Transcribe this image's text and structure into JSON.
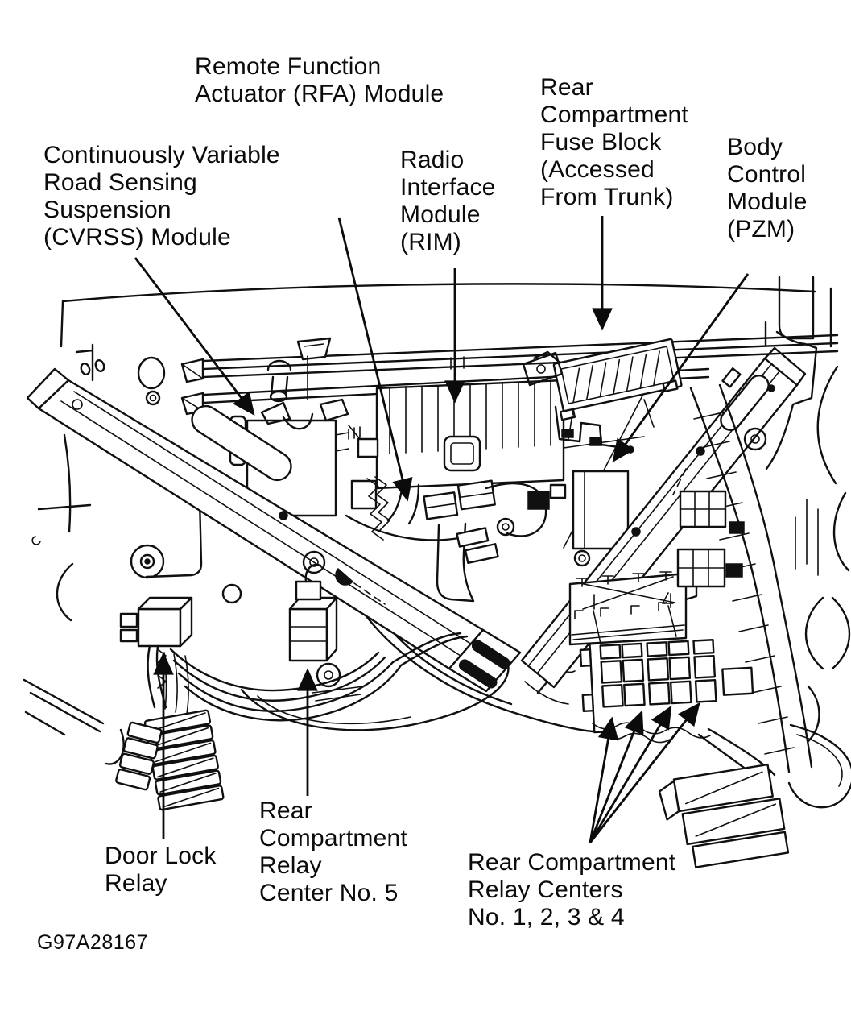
{
  "figure": {
    "drawing_number": "G97A28167",
    "colors": {
      "ink": "#101010",
      "paper": "#ffffff"
    },
    "callouts": [
      {
        "key": "rfa",
        "text": "Remote Function\nActuator (RFA) Module"
      },
      {
        "key": "cvrss",
        "text": "Continuously Variable\nRoad Sensing\nSuspension\n(CVRSS) Module"
      },
      {
        "key": "rim",
        "text": "Radio\nInterface\nModule\n(RIM)"
      },
      {
        "key": "fuse_block",
        "text": "Rear\nCompartment\nFuse Block\n(Accessed\nFrom Trunk)"
      },
      {
        "key": "pzm",
        "text": "Body\nControl\nModule\n(PZM)"
      },
      {
        "key": "door_lock_relay",
        "text": "Door Lock\nRelay"
      },
      {
        "key": "relay_center_5",
        "text": "Rear\nCompartment\nRelay\nCenter No. 5"
      },
      {
        "key": "relay_centers_1_4",
        "text": "Rear Compartment\nRelay Centers\nNo. 1, 2, 3 & 4"
      }
    ]
  }
}
